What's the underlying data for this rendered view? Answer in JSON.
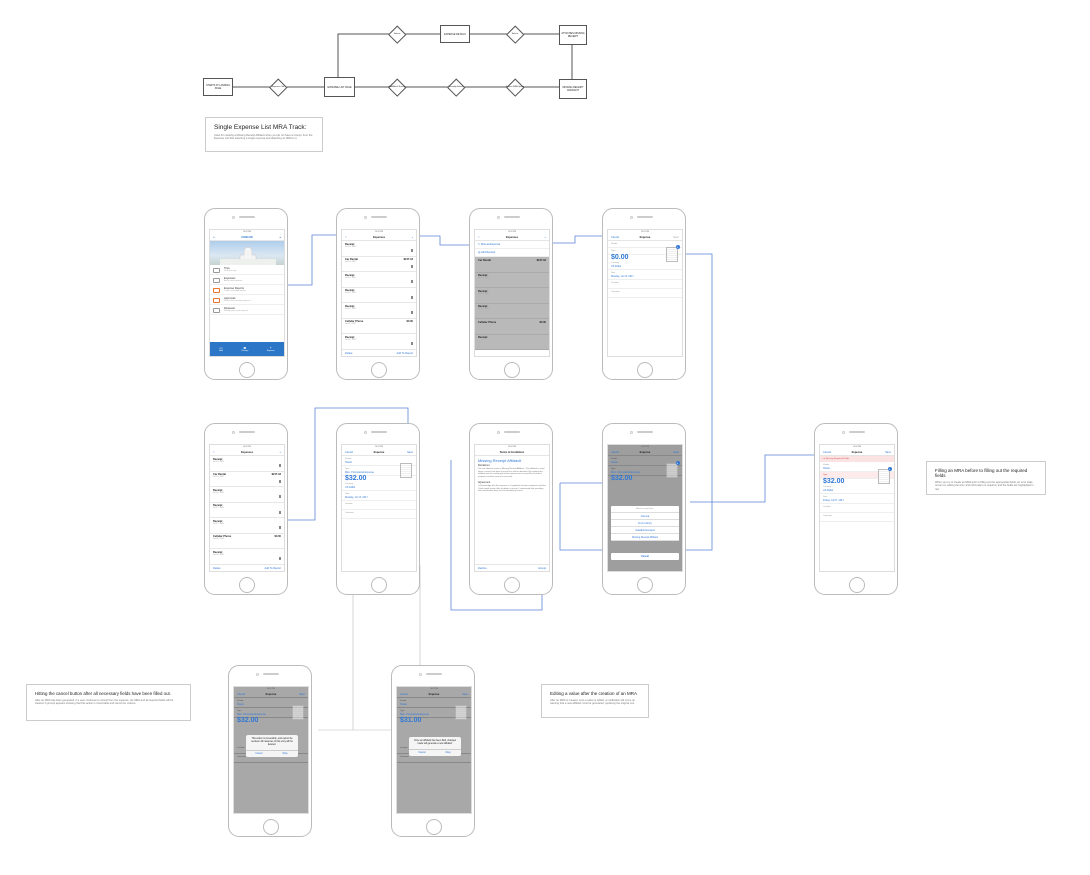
{
  "flowchart": {
    "boxes": {
      "start": "STARTS AT LANDING PAGE",
      "expense_list": "EXPENSE LIST PAGE",
      "expense_details": "EXPENSE DETAILS",
      "attaches": "ATTACHES MISSING RECEIPT",
      "mra": "MISSING RECEIPT AFFIDAVIT"
    },
    "diamonds": {
      "d_expenses": "Expenses Tab",
      "d_top1": "Selects",
      "d_top2": "Selects",
      "d_bot1": "Add/Attach Receipt",
      "d_bot2": "Manually Selects",
      "d_bot3": "Selects MRA Option"
    }
  },
  "track_note": {
    "title": "Single Expense List MRA Track:",
    "body": "Used for creating a Missing Receipt Affidavit when you do not have a receipt, from the Expense List flow selecting a single expense and attaching an MRA to it."
  },
  "notes": {
    "filling": {
      "title": "Filling an MRA before to filling out the required fields",
      "body": "When you try to create an MRA prior to filling out the appropriate fields, an error state occurs on editing the form and information is required, and the fields are highlighted in red."
    },
    "cancel": {
      "title": "Hitting the cancel button after all necessary fields have been filled out.",
      "body": "After an MRA has been generated, if a user continues to cancel from the expense, the MRA and all required fields will be cleared. A prompt appears showing that this action is irreversible and cannot be undone."
    },
    "editing": {
      "title": "Editing a value after the creation of an MRA",
      "body": "After an MRA is created, once a value is edited, a notification will come up warning that a new affidavit must be generated, replacing the original one."
    }
  },
  "status_time": "10:52 PM",
  "home": {
    "logo": "CONCUR",
    "items": [
      {
        "title": "Trips",
        "sub": "View your trips"
      },
      {
        "title": "Expenses",
        "sub": "Add or view expenses"
      },
      {
        "title": "Expense Reports",
        "sub": "Create and submit reports"
      },
      {
        "title": "Approvals",
        "sub": "Review items awaiting approval"
      },
      {
        "title": "Requests",
        "sub": "Manage your travel requests"
      }
    ],
    "tabs": [
      "Add",
      "Receipt",
      "Expense"
    ]
  },
  "list": {
    "title": "Expenses",
    "back": "<",
    "add": "+",
    "rows": [
      {
        "name": "Receipt",
        "date": "Jul 13, 2017",
        "amount": ""
      },
      {
        "name": "Car Rental",
        "date": "Jul 13, 2017",
        "amount": "$247.18"
      },
      {
        "name": "Receipt",
        "date": "Jul 12, 2017",
        "amount": ""
      },
      {
        "name": "Receipt",
        "date": "Jul 12, 2017",
        "amount": ""
      },
      {
        "name": "Receipt",
        "date": "Jul 12, 2017",
        "amount": ""
      },
      {
        "name": "Cellular Phone",
        "date": "Jul 11, 2017",
        "amount": "$0.00"
      },
      {
        "name": "Receipt",
        "date": "Jul 10, 2017",
        "amount": ""
      }
    ],
    "delete": "Delete",
    "add_report": "Add To Report"
  },
  "menu": {
    "manual": "Manual Expense",
    "add_receipt": "Add Receipt"
  },
  "expense": {
    "cancel": "Cancel",
    "title": "Expense",
    "save": "Save",
    "vendor_label": "Vendor",
    "type_label": "Type",
    "amount_zero": "$0.00",
    "currency_label": "Currency",
    "currency": "US Dollar",
    "date_label": "Date",
    "date": "Monday, Jul 13, 2017",
    "location": "Location",
    "comment": "Comment",
    "vendor": "Hotels",
    "type": "Misc. Promotional Expense",
    "amount_32": "$32.00",
    "amount_31": "$31.00",
    "date_friday": "Friday, Jul 07, 2017",
    "error_bar": "Missing Required Fields"
  },
  "sheet": {
    "header": "Attach receipt from:",
    "camera": "Camera",
    "library": "From Library",
    "available": "Available Receipts",
    "mra": "Missing Receipt Affidavit",
    "cancel": "Cancel"
  },
  "terms": {
    "nav": "Terms & Conditions",
    "heading": "Missing Receipt Affidavit",
    "disclaimer": "Disclaimer",
    "disclaimer_body": "You are about to create a Missing Receipt Affidavit. This affidavit is used when a receipt has been lost and can not be obtained. By creating this affidavit you are certifying that the expense was incurred for business purposes and the amount is accurate.",
    "agreement": "Agreement",
    "agreement_body": "I acknowledge that the expense is a legitimate business expense and that I have made every effort to obtain a receipt. I understand that providing false information may result in disciplinary action.",
    "decline": "Decline",
    "accept": "Accept"
  },
  "alerts": {
    "irreversible": "This action is irreversible, and cannot be revoked. All instances of this entry will be deleted.",
    "okay": "Okay",
    "cancel": "Cancel",
    "edited": "Once an affidavit has been filed, changes made will generate a new affidavit."
  },
  "colors": {
    "accent": "#2f78d6",
    "connector": "#5b84d8",
    "tabbar": "#2c76c7"
  }
}
